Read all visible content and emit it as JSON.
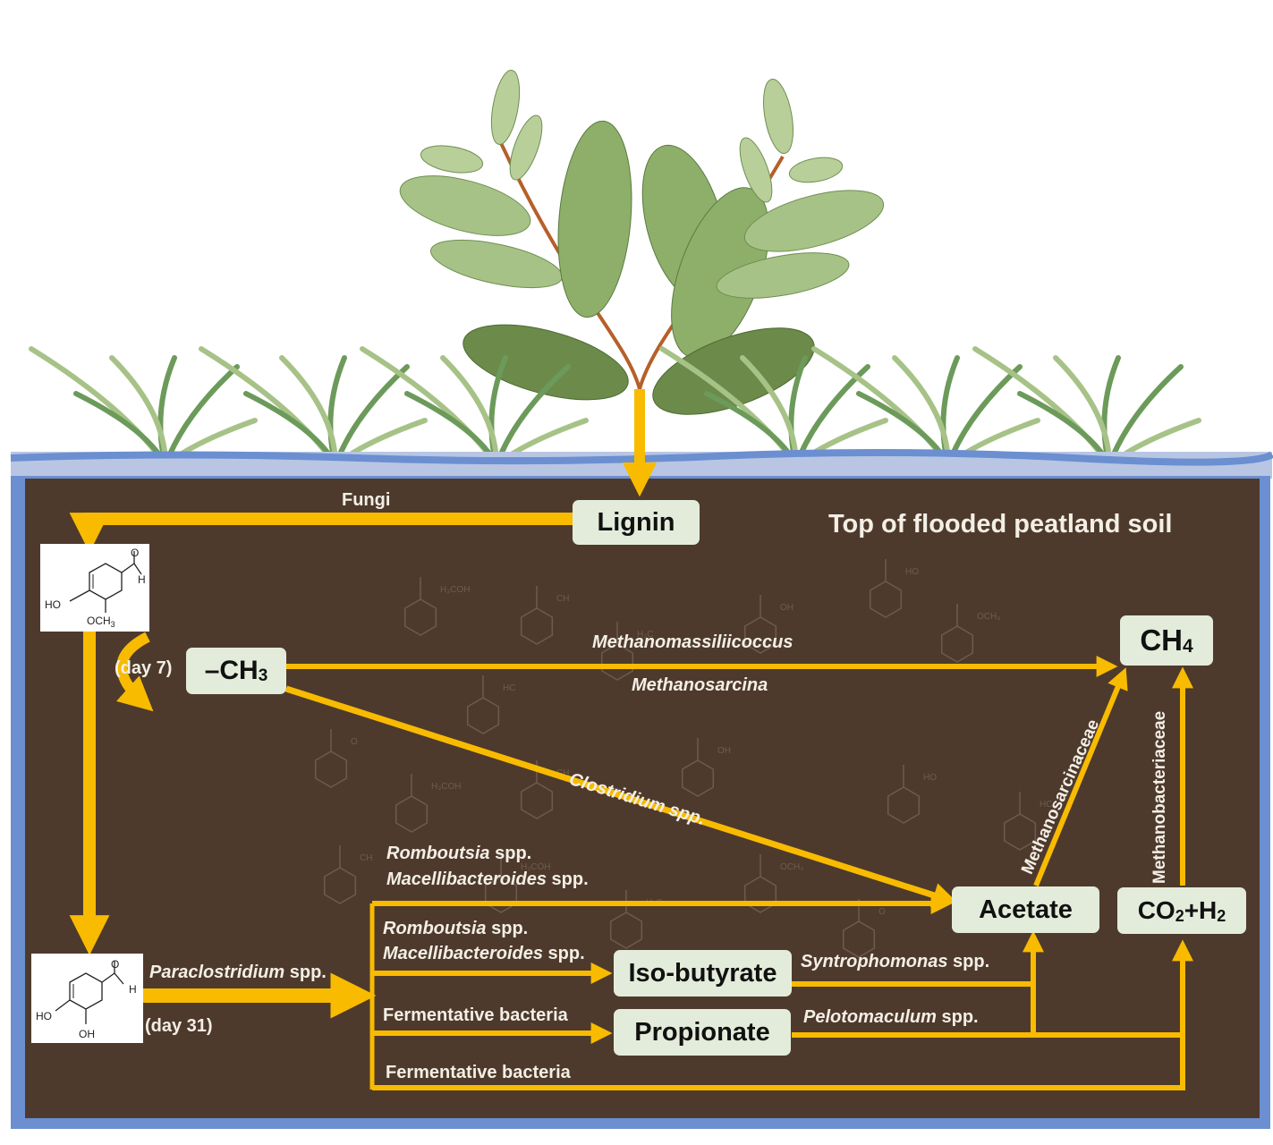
{
  "diagram": {
    "title": "Top of flooded peatland soil",
    "colors": {
      "soil": "#4e3a2c",
      "water": "#6b8fd0",
      "water_light": "#b8c6e4",
      "arrow": "#f8bb00",
      "node_fill": "#e3ecda",
      "label_text": "#f3efe6"
    },
    "nodes": {
      "lignin": "Lignin",
      "methyl": "–CH",
      "methyl_sub": "3",
      "ch4": "CH",
      "ch4_sub": "4",
      "acetate": "Acetate",
      "co2h2_a": "CO",
      "co2h2_sub1": "2",
      "co2h2_b": "+H",
      "co2h2_sub2": "2",
      "isobutyrate": "Iso-butyrate",
      "propionate": "Propionate"
    },
    "molecules": {
      "vanillin": {
        "ho": "HO",
        "och3": "OCH",
        "och3_sub": "3",
        "o": "O",
        "h": "H"
      },
      "protocatechualdehyde": {
        "ho": "HO",
        "oh": "OH",
        "o": "O",
        "h": "H"
      }
    },
    "labels": {
      "fungi": "Fungi",
      "day7": "(day 7)",
      "day31": "(day 31)",
      "methanomassiliicoccus": "Methanomassiliicoccus",
      "methanosarcina": "Methanosarcina",
      "clostridium": "Clostridium spp.",
      "romboutsia_1": "Romboutsia",
      "romboutsia_1_spp": " spp.",
      "macellibacteroides_1": "Macellibacteroides",
      "macellibacteroides_1_spp": " spp.",
      "romboutsia_2": "Romboutsia",
      "romboutsia_2_spp": " spp.",
      "macellibacteroides_2": "Macellibacteroides",
      "macellibacteroides_2_spp": " spp.",
      "paraclostridium": "Paraclostridium",
      "paraclostridium_spp": " spp.",
      "fermentative_1": "Fermentative bacteria",
      "fermentative_2": "Fermentative bacteria",
      "syntrophomonas": "Syntrophomonas",
      "syntrophomonas_spp": " spp.",
      "pelotomaculum": "Pelotomaculum",
      "pelotomaculum_spp": " spp.",
      "methanosarcinaceae": "Methanosarcinaceae",
      "methanobacteriaceae": "Methanobacteriaceae"
    },
    "background_structure_labels": [
      "H₃COH",
      "CH",
      "OH",
      "HO",
      "OCH₃",
      "HC",
      "H₃C",
      "O"
    ]
  }
}
